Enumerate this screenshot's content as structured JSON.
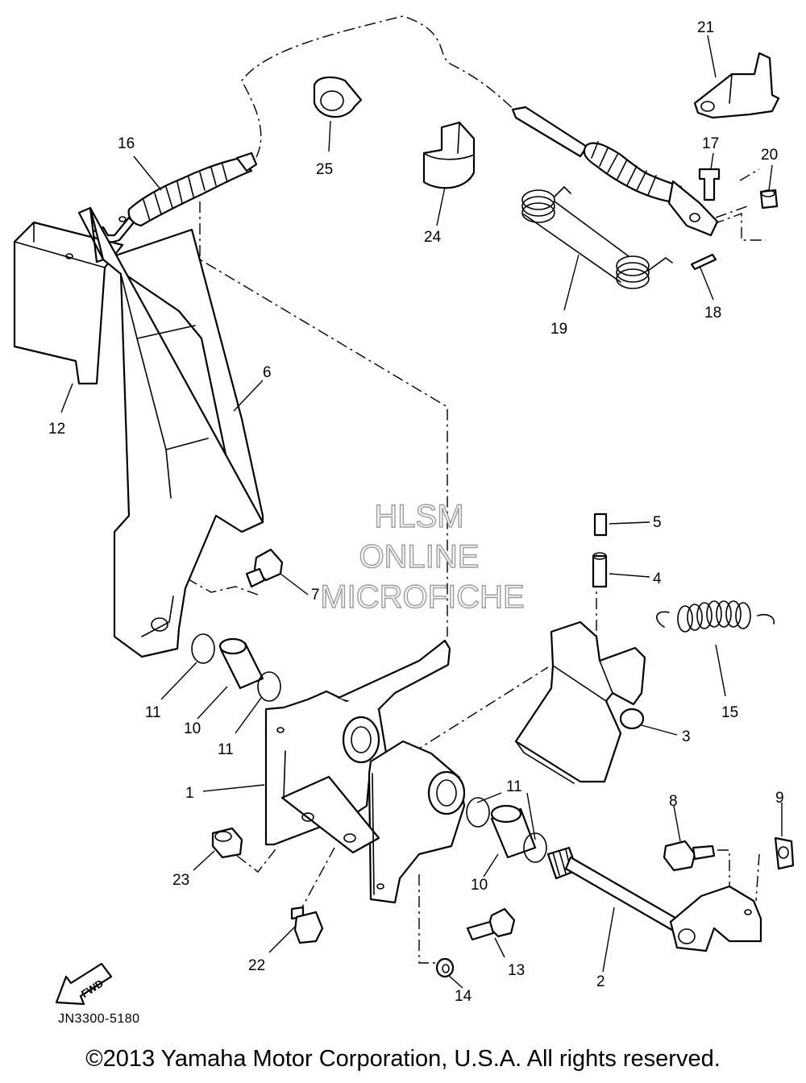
{
  "watermark": {
    "line1": "HLSM",
    "line2": "ONLINE",
    "line3": "MICROFICHE"
  },
  "fwd_label": "FWD",
  "diagram_code": "JN3300-5180",
  "copyright": "©2013 Yamaha Motor Corporation, U.S.A. All rights reserved.",
  "callouts": {
    "c1": "1",
    "c2": "2",
    "c3": "3",
    "c4": "4",
    "c5": "5",
    "c6": "6",
    "c7": "7",
    "c8": "8",
    "c9": "9",
    "c10a": "10",
    "c10b": "10",
    "c11a": "11",
    "c11b": "11",
    "c11c": "11",
    "c12": "12",
    "c13": "13",
    "c14": "14",
    "c15": "15",
    "c16": "16",
    "c17": "17",
    "c18": "18",
    "c19": "19",
    "c20": "20",
    "c21": "21",
    "c22": "22",
    "c23": "23",
    "c24": "24",
    "c25": "25"
  }
}
